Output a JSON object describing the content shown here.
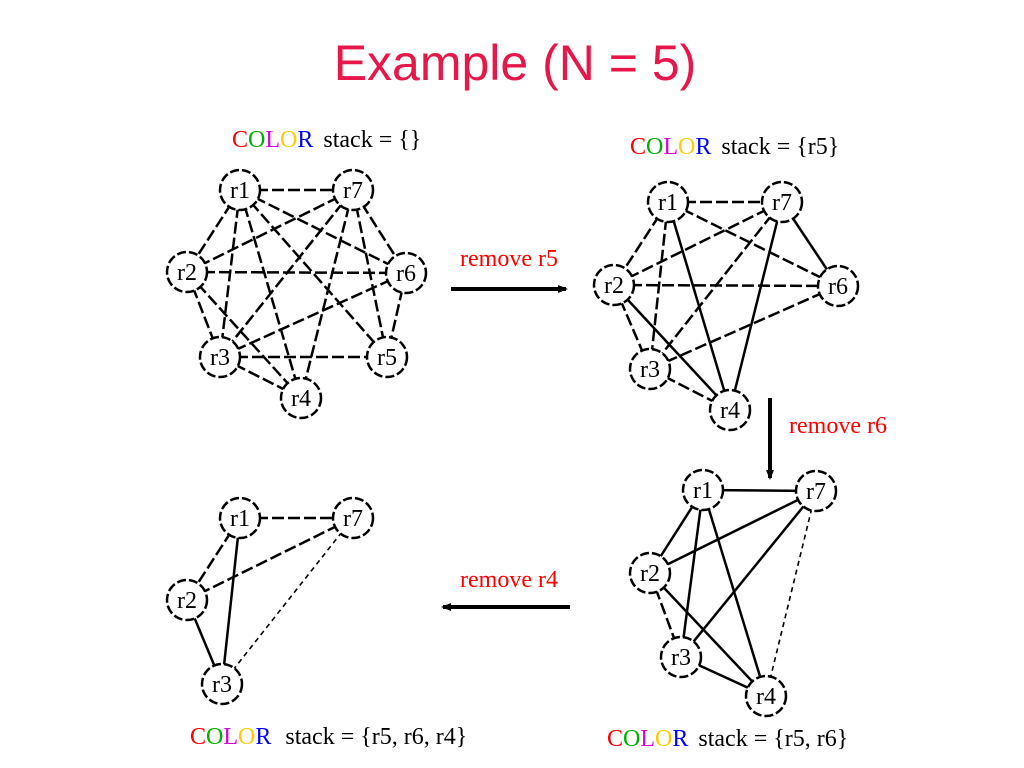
{
  "title": "Example (N = 5)",
  "color_word": [
    {
      "ch": "C",
      "color": "#ff0000"
    },
    {
      "ch": "O",
      "color": "#00b000"
    },
    {
      "ch": "L",
      "color": "#d400d4"
    },
    {
      "ch": "O",
      "color": "#ffcc00"
    },
    {
      "ch": "R",
      "color": "#0000ff"
    }
  ],
  "stacks": {
    "s1": "stack = {}",
    "s2": "stack = {r5}",
    "s3": "stack = {r5, r6}",
    "s4": "stack = {r5, r6, r4}"
  },
  "steps": {
    "remove_r5": "remove r5",
    "remove_r6": "remove r6",
    "remove_r4": "remove r4"
  },
  "nodes": {
    "r1": "r1",
    "r2": "r2",
    "r3": "r3",
    "r4": "r4",
    "r5": "r5",
    "r6": "r6",
    "r7": "r7"
  },
  "graphs": [
    {
      "id": "g1",
      "nodes": [
        "r1",
        "r2",
        "r3",
        "r4",
        "r5",
        "r6",
        "r7"
      ],
      "edges": [
        [
          "r1",
          "r7"
        ],
        [
          "r1",
          "r2"
        ],
        [
          "r1",
          "r3"
        ],
        [
          "r1",
          "r4"
        ],
        [
          "r1",
          "r5"
        ],
        [
          "r1",
          "r6"
        ],
        [
          "r7",
          "r2"
        ],
        [
          "r7",
          "r3"
        ],
        [
          "r7",
          "r4"
        ],
        [
          "r7",
          "r6"
        ],
        [
          "r7",
          "r5"
        ],
        [
          "r2",
          "r6"
        ],
        [
          "r2",
          "r3"
        ],
        [
          "r2",
          "r4"
        ],
        [
          "r6",
          "r3"
        ],
        [
          "r6",
          "r5"
        ],
        [
          "r3",
          "r5"
        ],
        [
          "r3",
          "r4"
        ]
      ]
    },
    {
      "id": "g2",
      "nodes": [
        "r1",
        "r2",
        "r3",
        "r4",
        "r6",
        "r7"
      ],
      "edges": [
        [
          "r1",
          "r7"
        ],
        [
          "r1",
          "r2"
        ],
        [
          "r1",
          "r3"
        ],
        [
          "r1",
          "r4"
        ],
        [
          "r1",
          "r6"
        ],
        [
          "r7",
          "r2"
        ],
        [
          "r7",
          "r3"
        ],
        [
          "r7",
          "r4"
        ],
        [
          "r7",
          "r6"
        ],
        [
          "r2",
          "r6"
        ],
        [
          "r2",
          "r3"
        ],
        [
          "r2",
          "r4"
        ],
        [
          "r6",
          "r3"
        ],
        [
          "r3",
          "r4"
        ]
      ]
    },
    {
      "id": "g3",
      "nodes": [
        "r1",
        "r2",
        "r3",
        "r4",
        "r7"
      ],
      "edges": [
        [
          "r1",
          "r7"
        ],
        [
          "r1",
          "r2"
        ],
        [
          "r1",
          "r3"
        ],
        [
          "r1",
          "r4"
        ],
        [
          "r7",
          "r2"
        ],
        [
          "r7",
          "r3"
        ],
        [
          "r7",
          "r4"
        ],
        [
          "r2",
          "r3"
        ],
        [
          "r2",
          "r4"
        ],
        [
          "r3",
          "r4"
        ]
      ]
    },
    {
      "id": "g4",
      "nodes": [
        "r1",
        "r2",
        "r3",
        "r7"
      ],
      "edges": [
        [
          "r1",
          "r7"
        ],
        [
          "r1",
          "r2"
        ],
        [
          "r1",
          "r3"
        ],
        [
          "r7",
          "r2"
        ],
        [
          "r7",
          "r3"
        ],
        [
          "r2",
          "r3"
        ]
      ]
    }
  ]
}
